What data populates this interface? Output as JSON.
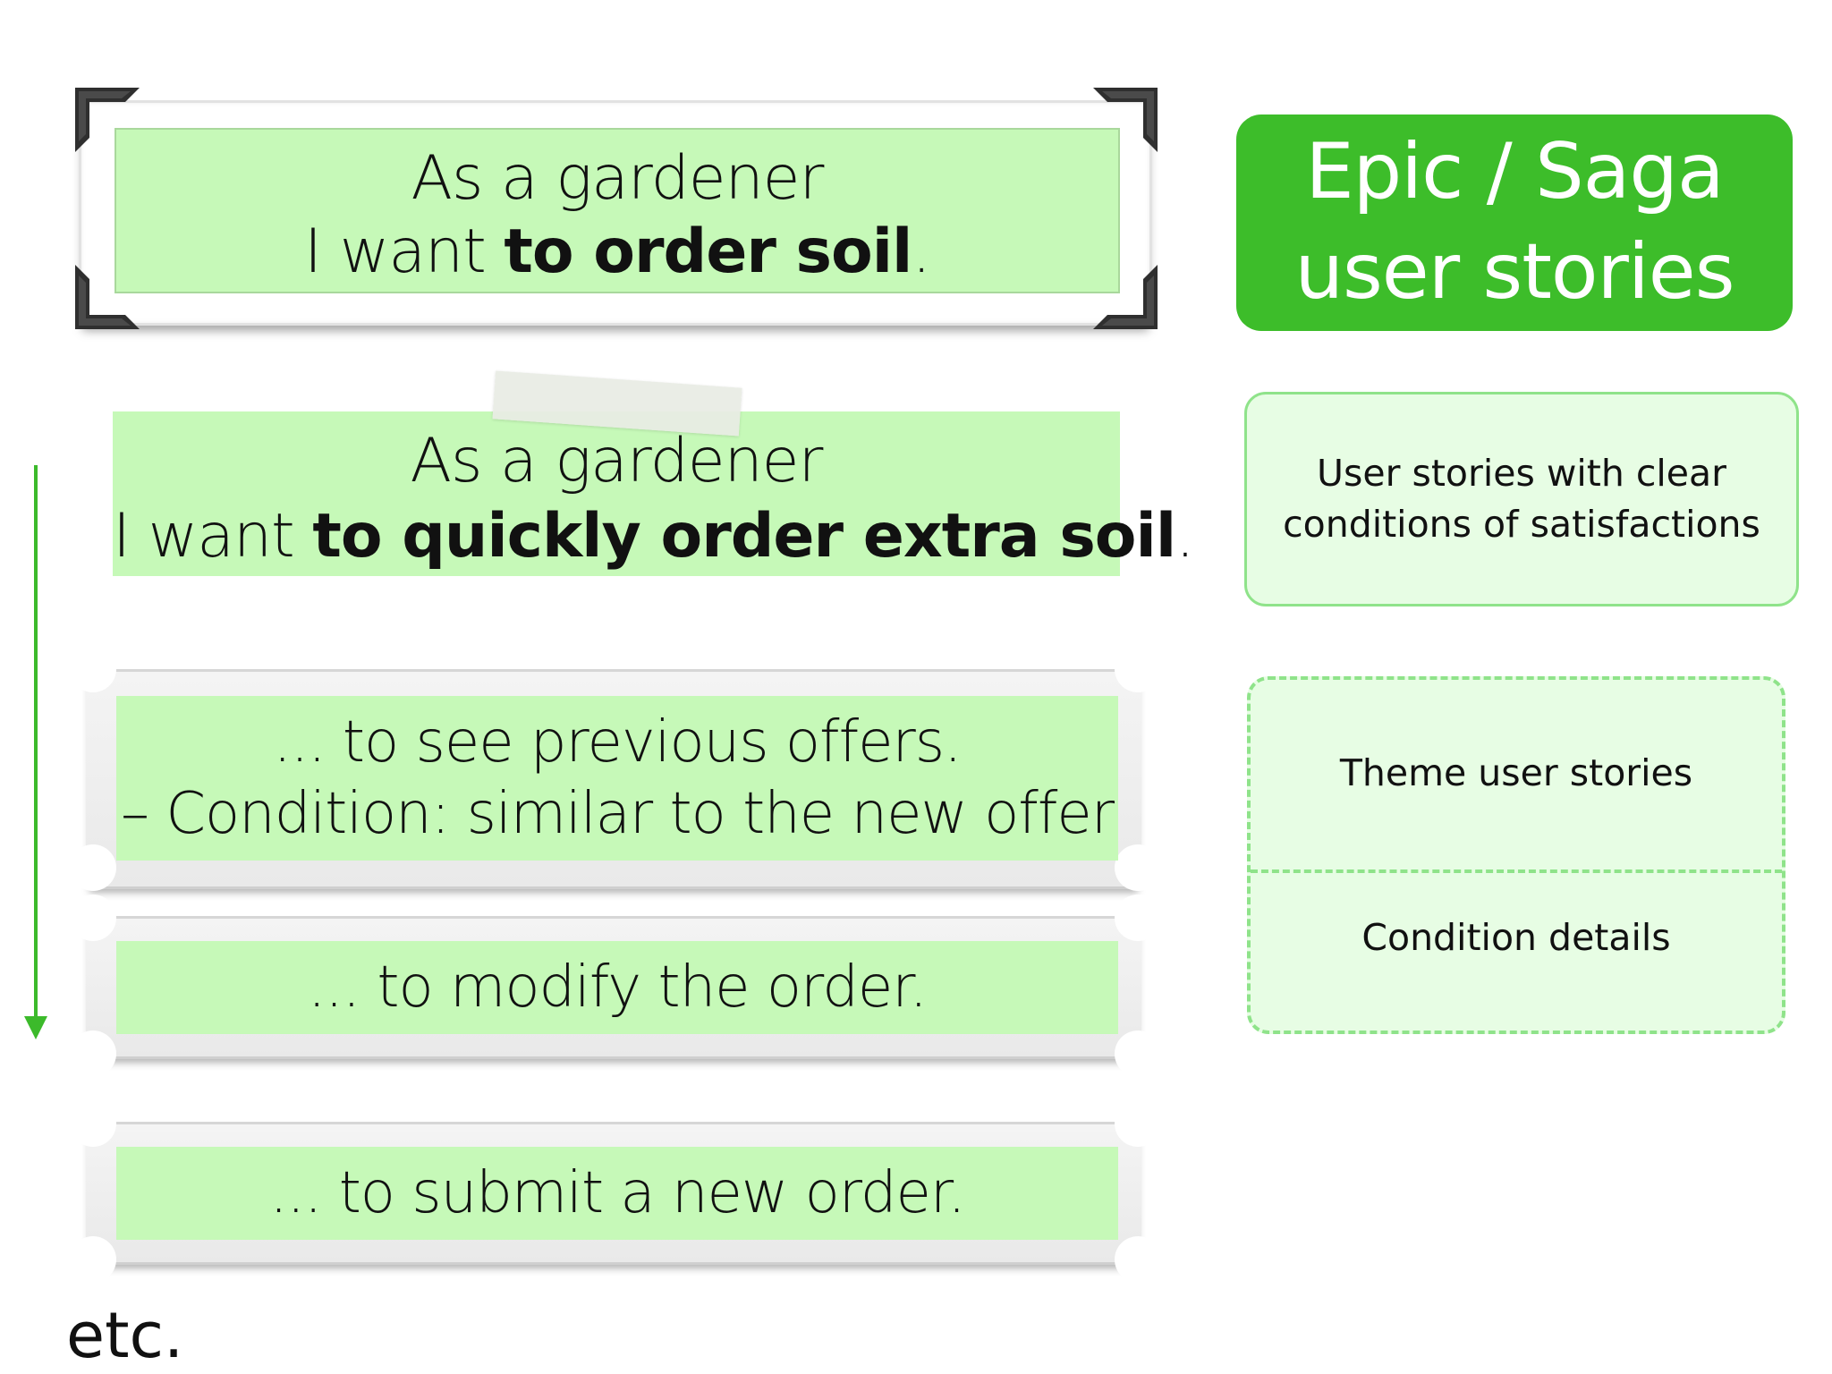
{
  "epic_story": {
    "line1": "As a gardener",
    "line2_prefix": "I want ",
    "line2_bold": "to order soil",
    "line2_suffix": "."
  },
  "story": {
    "line1": "As a gardener",
    "line2_prefix": "I want ",
    "line2_bold": "to quickly order extra soil",
    "line2_suffix": "."
  },
  "themes": [
    {
      "line1": "... to see previous offers.",
      "line2": "– Condition: similar to the new offer"
    },
    {
      "line1": "... to modify the order."
    },
    {
      "line1": "... to submit a new order."
    }
  ],
  "etc_label": "etc.",
  "legend": {
    "epic_line1": "Epic / Saga",
    "epic_line2": "user stories",
    "story_line1": "User stories with clear",
    "story_line2": "conditions of satisfactions",
    "theme_label": "Theme user stories",
    "condition_label": "Condition details"
  },
  "colors": {
    "card_green": "#c6f9b8",
    "epic_green": "#3dbd2a",
    "legend_light": "#e7fde4",
    "legend_border": "#8fe38a",
    "arrow": "#3cba2b"
  }
}
